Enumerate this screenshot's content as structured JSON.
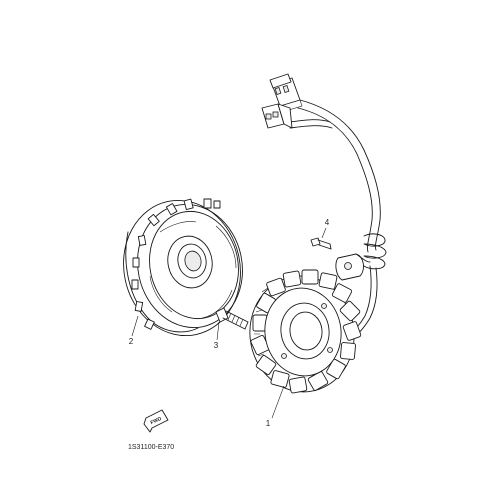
{
  "diagram": {
    "drawing_code": "1S31100-E370",
    "fwd_label": "FWD",
    "callouts": [
      {
        "id": "stator-assembly",
        "number": "1"
      },
      {
        "id": "rotor-assembly",
        "number": "2"
      },
      {
        "id": "bolt",
        "number": "3"
      },
      {
        "id": "screw",
        "number": "4"
      }
    ]
  }
}
